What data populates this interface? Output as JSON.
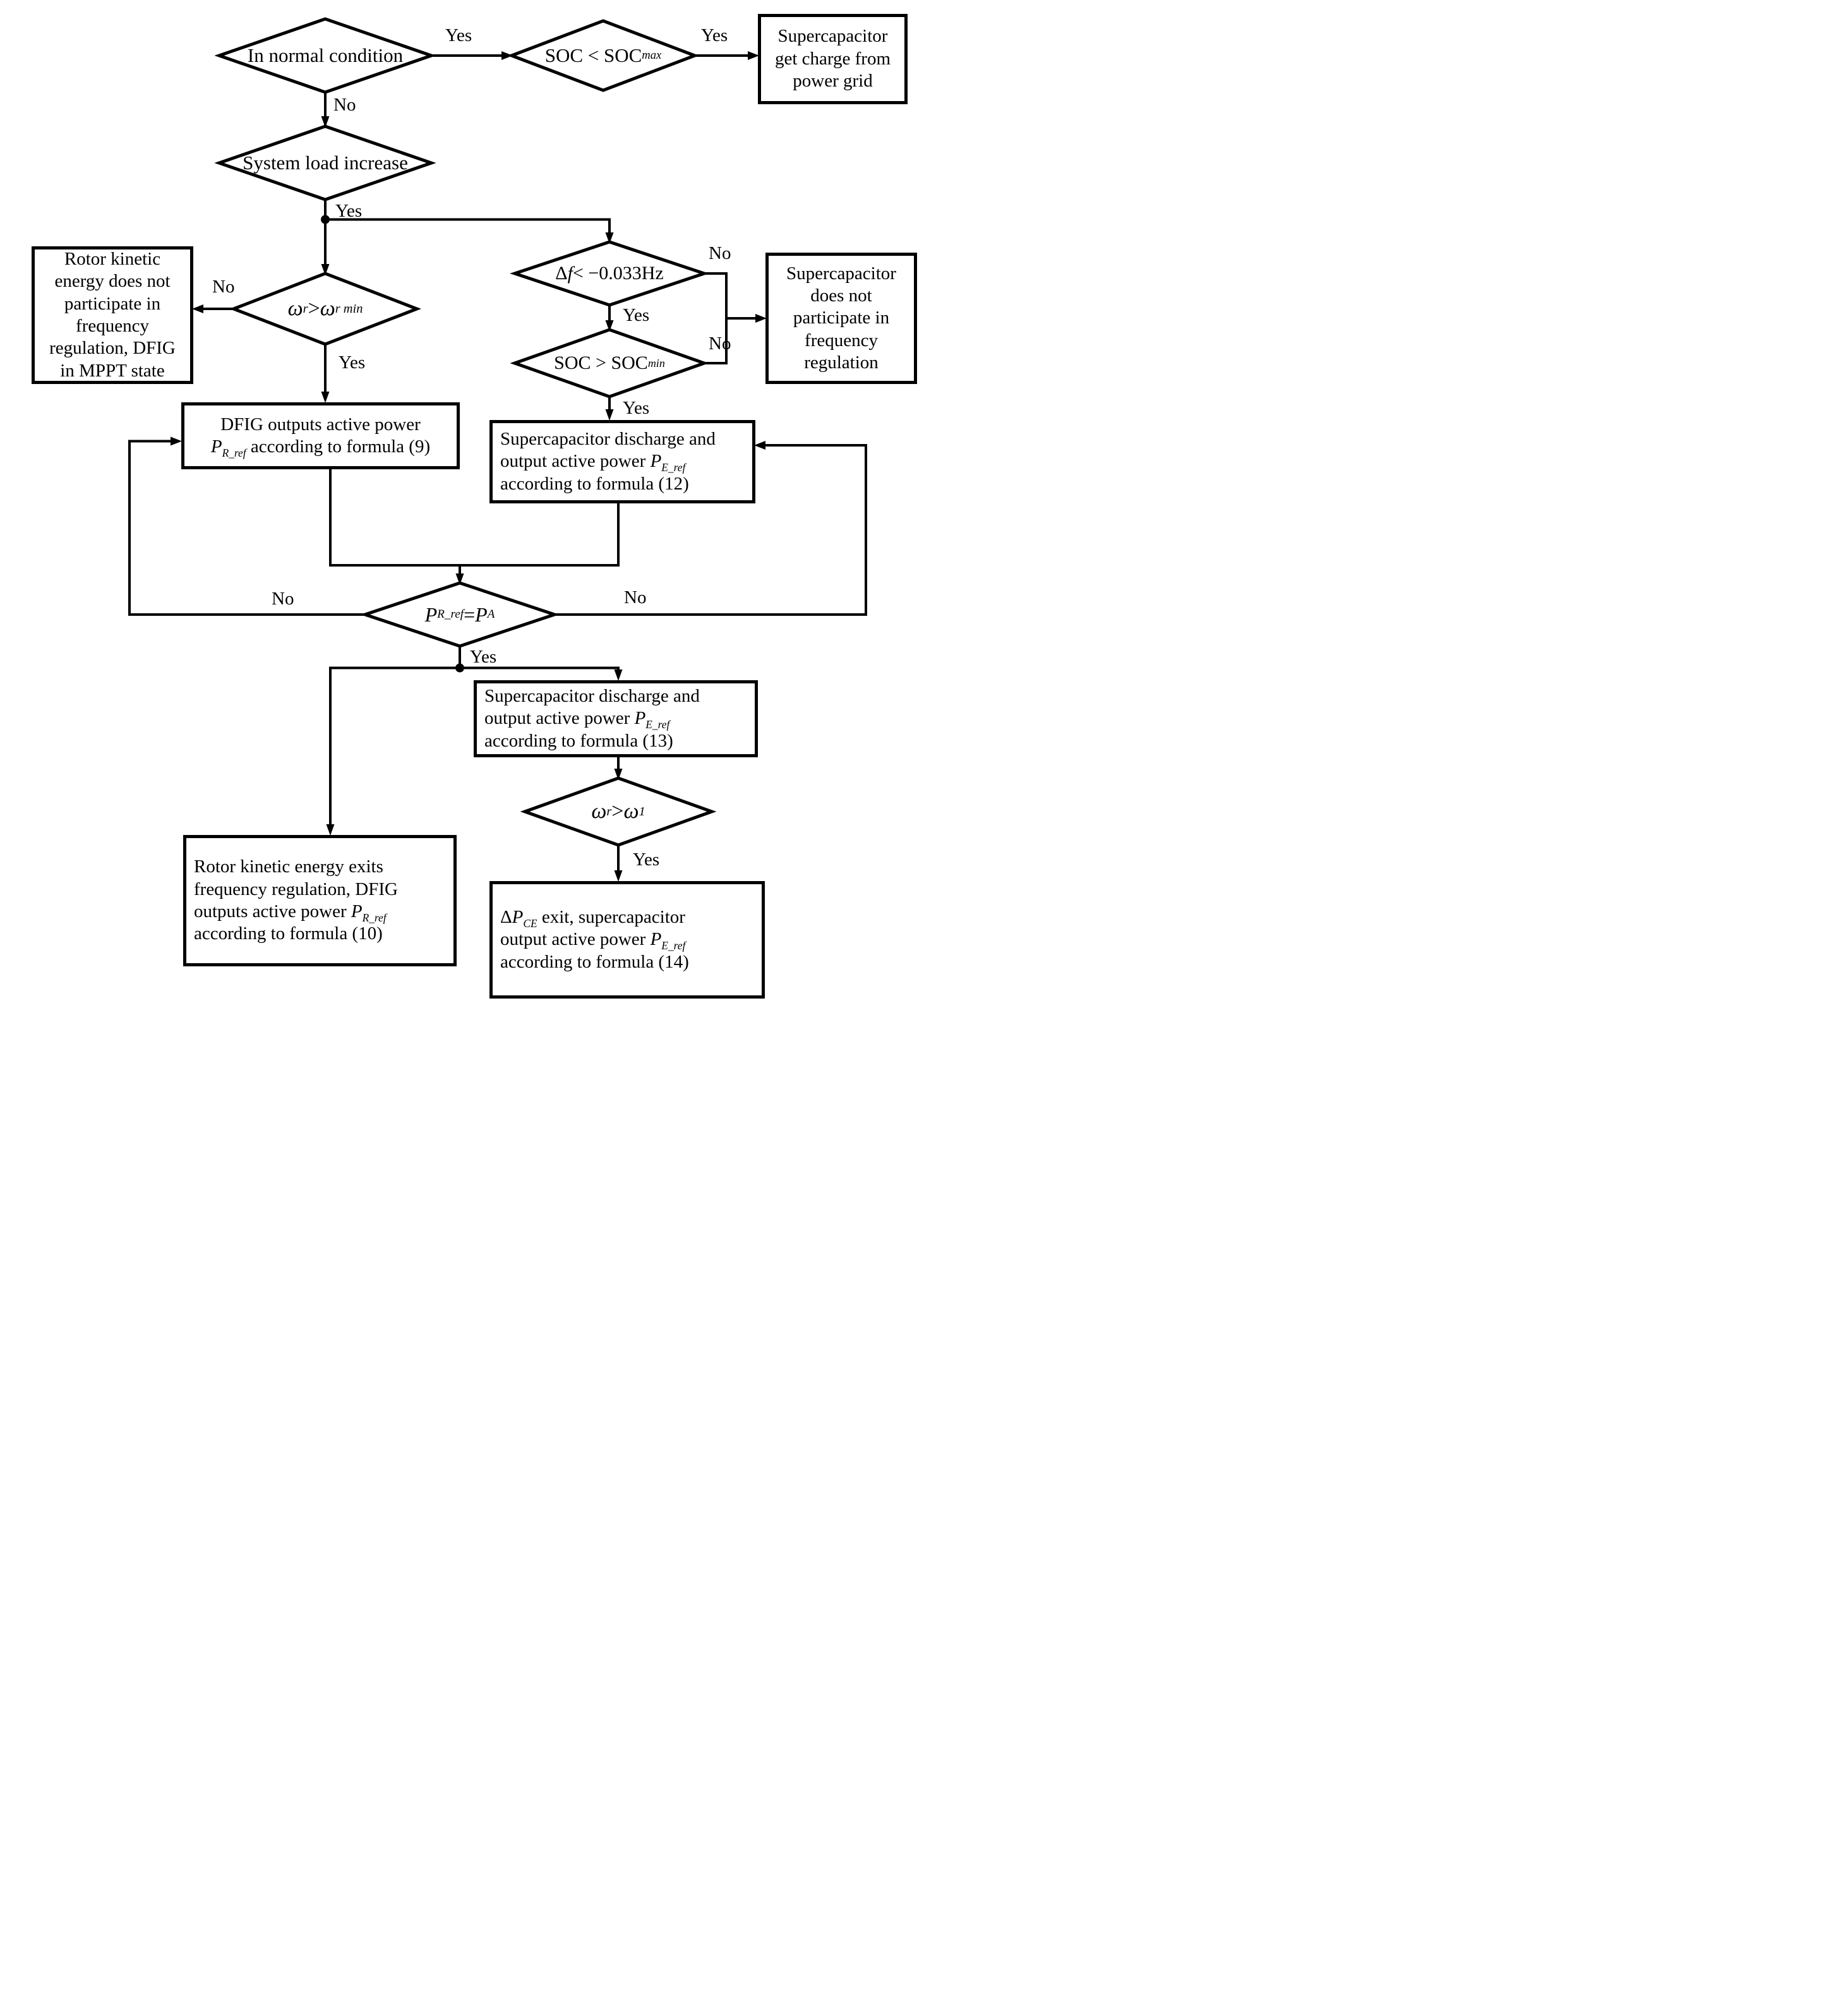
{
  "figure": {
    "kind": "flowchart",
    "background": "#ffffff",
    "line_color": "#000000"
  },
  "nodes": {
    "in_normal": {
      "shape": "decision",
      "parts": [
        [
          "t",
          "In normal condition"
        ]
      ]
    },
    "soc_max": {
      "shape": "decision",
      "parts": [
        [
          "t",
          "SOC < SOC"
        ],
        [
          "s",
          "max"
        ]
      ]
    },
    "grid_charge": {
      "shape": "process",
      "lines": [
        [
          [
            "t",
            "Supercapacitor"
          ]
        ],
        [
          [
            "t",
            "get charge from"
          ]
        ],
        [
          [
            "t",
            "power grid"
          ]
        ]
      ]
    },
    "load_increase": {
      "shape": "decision",
      "parts": [
        [
          "t",
          "System load increase"
        ]
      ]
    },
    "wr_gt_wrmin": {
      "shape": "decision",
      "parts": [
        [
          "i",
          "ω"
        ],
        [
          "s",
          "r"
        ],
        [
          "t",
          " > "
        ],
        [
          "i",
          "ω"
        ],
        [
          "s",
          "r min"
        ]
      ]
    },
    "rotor_mppt": {
      "shape": "process",
      "lines": [
        [
          [
            "t",
            "Rotor kinetic"
          ]
        ],
        [
          [
            "t",
            "energy does not"
          ]
        ],
        [
          [
            "t",
            "participate in"
          ]
        ],
        [
          [
            "t",
            "frequency"
          ]
        ],
        [
          [
            "t",
            "regulation, DFIG"
          ]
        ],
        [
          [
            "t",
            "in MPPT state"
          ]
        ]
      ]
    },
    "df_lt_threshold": {
      "shape": "decision",
      "parts": [
        [
          "t",
          "Δ"
        ],
        [
          "i",
          "f"
        ],
        [
          "t",
          " < −0.033Hz"
        ]
      ]
    },
    "soc_gt_min": {
      "shape": "decision",
      "parts": [
        [
          "t",
          "SOC > SOC"
        ],
        [
          "s",
          "min"
        ]
      ]
    },
    "sc_no_freq": {
      "shape": "process",
      "lines": [
        [
          [
            "t",
            "Supercapacitor"
          ]
        ],
        [
          [
            "t",
            "does not"
          ]
        ],
        [
          [
            "t",
            "participate in"
          ]
        ],
        [
          [
            "t",
            "frequency"
          ]
        ],
        [
          [
            "t",
            "regulation"
          ]
        ]
      ]
    },
    "dfig_f9": {
      "shape": "process",
      "lines": [
        [
          [
            "t",
            "DFIG outputs active power"
          ]
        ],
        [
          [
            "i",
            "P"
          ],
          [
            "s",
            "R_ref"
          ],
          [
            "t",
            " according to formula (9)"
          ]
        ]
      ]
    },
    "sc_f12": {
      "shape": "process",
      "lines": [
        [
          [
            "t",
            "Supercapacitor discharge and"
          ]
        ],
        [
          [
            "t",
            "output active power "
          ],
          [
            "i",
            "P"
          ],
          [
            "s",
            "E_ref"
          ]
        ],
        [
          [
            "t",
            "according to formula (12)"
          ]
        ]
      ]
    },
    "pr_eq_pa": {
      "shape": "decision",
      "parts": [
        [
          "i",
          "P"
        ],
        [
          "s",
          "R_ref"
        ],
        [
          "t",
          " = "
        ],
        [
          "i",
          "P"
        ],
        [
          "s",
          "A"
        ]
      ]
    },
    "sc_f13": {
      "shape": "process",
      "lines": [
        [
          [
            "t",
            "Supercapacitor discharge and"
          ]
        ],
        [
          [
            "t",
            "output active power "
          ],
          [
            "i",
            "P"
          ],
          [
            "s",
            "E_ref"
          ]
        ],
        [
          [
            "t",
            "according to formula (13)"
          ]
        ]
      ]
    },
    "rotor_exit_f10": {
      "shape": "process",
      "lines": [
        [
          [
            "t",
            "Rotor kinetic energy exits"
          ]
        ],
        [
          [
            "t",
            "frequency regulation, DFIG"
          ]
        ],
        [
          [
            "t",
            "outputs active power "
          ],
          [
            "i",
            "P"
          ],
          [
            "s",
            "R_ref"
          ]
        ],
        [
          [
            "t",
            "according to formula (10)"
          ]
        ]
      ]
    },
    "wr_gt_w1": {
      "shape": "decision",
      "parts": [
        [
          "i",
          "ω"
        ],
        [
          "s",
          "r"
        ],
        [
          "t",
          " > "
        ],
        [
          "i",
          "ω"
        ],
        [
          "s",
          "1"
        ]
      ]
    },
    "pce_exit_f14": {
      "shape": "process",
      "lines": [
        [
          [
            "t",
            "Δ"
          ],
          [
            "i",
            "P"
          ],
          [
            "s",
            "CE"
          ],
          [
            "t",
            " exit, supercapacitor"
          ]
        ],
        [
          [
            "t",
            "output active power "
          ],
          [
            "i",
            "P"
          ],
          [
            "s",
            "E_ref"
          ]
        ],
        [
          [
            "t",
            "according to formula (14)"
          ]
        ]
      ]
    }
  },
  "edges": {
    "normal_yes": "Yes",
    "normal_no": "No",
    "socmax_yes": "Yes",
    "load_yes": "Yes",
    "wrmin_no": "No",
    "wrmin_yes": "Yes",
    "df_no": "No",
    "df_yes": "Yes",
    "socmin_no": "No",
    "socmin_yes": "Yes",
    "prpa_no_left": "No",
    "prpa_no_right": "No",
    "prpa_yes": "Yes",
    "w1_yes": "Yes"
  }
}
